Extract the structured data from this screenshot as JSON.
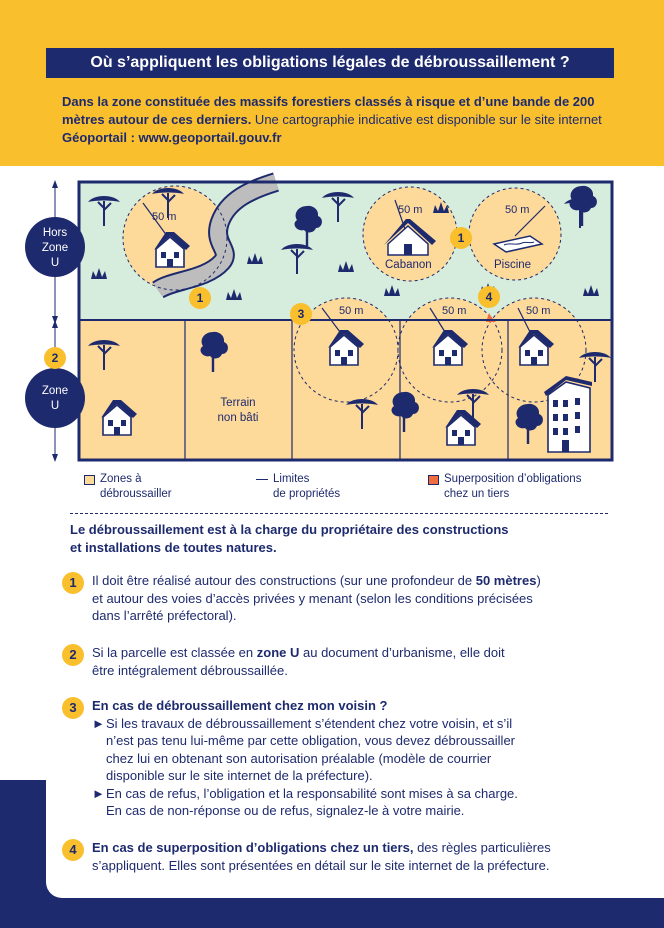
{
  "title": "Où s’appliquent les obligations légales de débroussaillement ?",
  "intro": {
    "bold": "Dans la zone constituée des massifs forestiers classés à risque et d’une bande de 200 mètres autour de ces derniers.",
    "normal": " Une cartographie indicative est disponible sur le site internet ",
    "site_name": "Géoportail : www.geoportail.gouv.fr"
  },
  "diagram": {
    "zone_hors": [
      "Hors",
      "Zone",
      "U"
    ],
    "zone_u": [
      "Zone",
      "U"
    ],
    "dist_label": "50 m",
    "cabanon": "Cabanon",
    "piscine": "Piscine",
    "terrain": [
      "Terrain",
      "non bâti"
    ],
    "markers": [
      "1",
      "1",
      "2",
      "3",
      "4"
    ]
  },
  "legend": {
    "zones": [
      "Zones à",
      "débroussailler"
    ],
    "limites": [
      "Limites",
      "de propriétés"
    ],
    "superposition": [
      "Superposition d’obligations",
      "chez un tiers"
    ]
  },
  "lead": [
    "Le débroussaillement est à la charge du propriétaire des constructions",
    "et installations de toutes natures."
  ],
  "items": [
    {
      "num": "1",
      "line1_a": "Il doit être réalisé autour des constructions (sur une profondeur de ",
      "line1_b": "50 mètres",
      "line1_c": ")",
      "lines": [
        "et autour des voies d’accès privées y menant (selon les conditions précisées",
        "dans l’arrêté préfectoral)."
      ]
    },
    {
      "num": "2",
      "line1_a": "Si la parcelle est classée en ",
      "line1_b": "zone U",
      "line1_c": " au document d’urbanisme, elle doit",
      "lines": [
        "être intégralement débroussaillée."
      ]
    },
    {
      "num": "3",
      "heading": "En cas de débroussaillement chez mon voisin ?",
      "arrow": "►",
      "bullet1": [
        "Si les travaux de débroussaillement s’étendent chez votre voisin, et s’il",
        "n’est pas tenu lui-même par cette obligation, vous devez débroussailler",
        "chez lui en obtenant son autorisation préalable (modèle de courrier",
        "disponible sur le site internet de la préfecture)."
      ],
      "bullet2": [
        "En cas de refus, l’obligation et la responsabilité sont mises à sa charge.",
        "En cas de non-réponse ou de refus, signalez-le à votre mairie."
      ]
    },
    {
      "num": "4",
      "bold": "En cas de superposition d’obligations chez un tiers,",
      "rest": " des règles particulières",
      "lines": [
        "s’appliquent. Elles sont présentées en détail sur le site internet de la préfecture."
      ]
    }
  ],
  "colors": {
    "navy": "#1e2a6e",
    "yellow": "#f9bf2d",
    "green": "#d6ecdc",
    "sand": "#fdd99a",
    "orange": "#f26d3d"
  }
}
